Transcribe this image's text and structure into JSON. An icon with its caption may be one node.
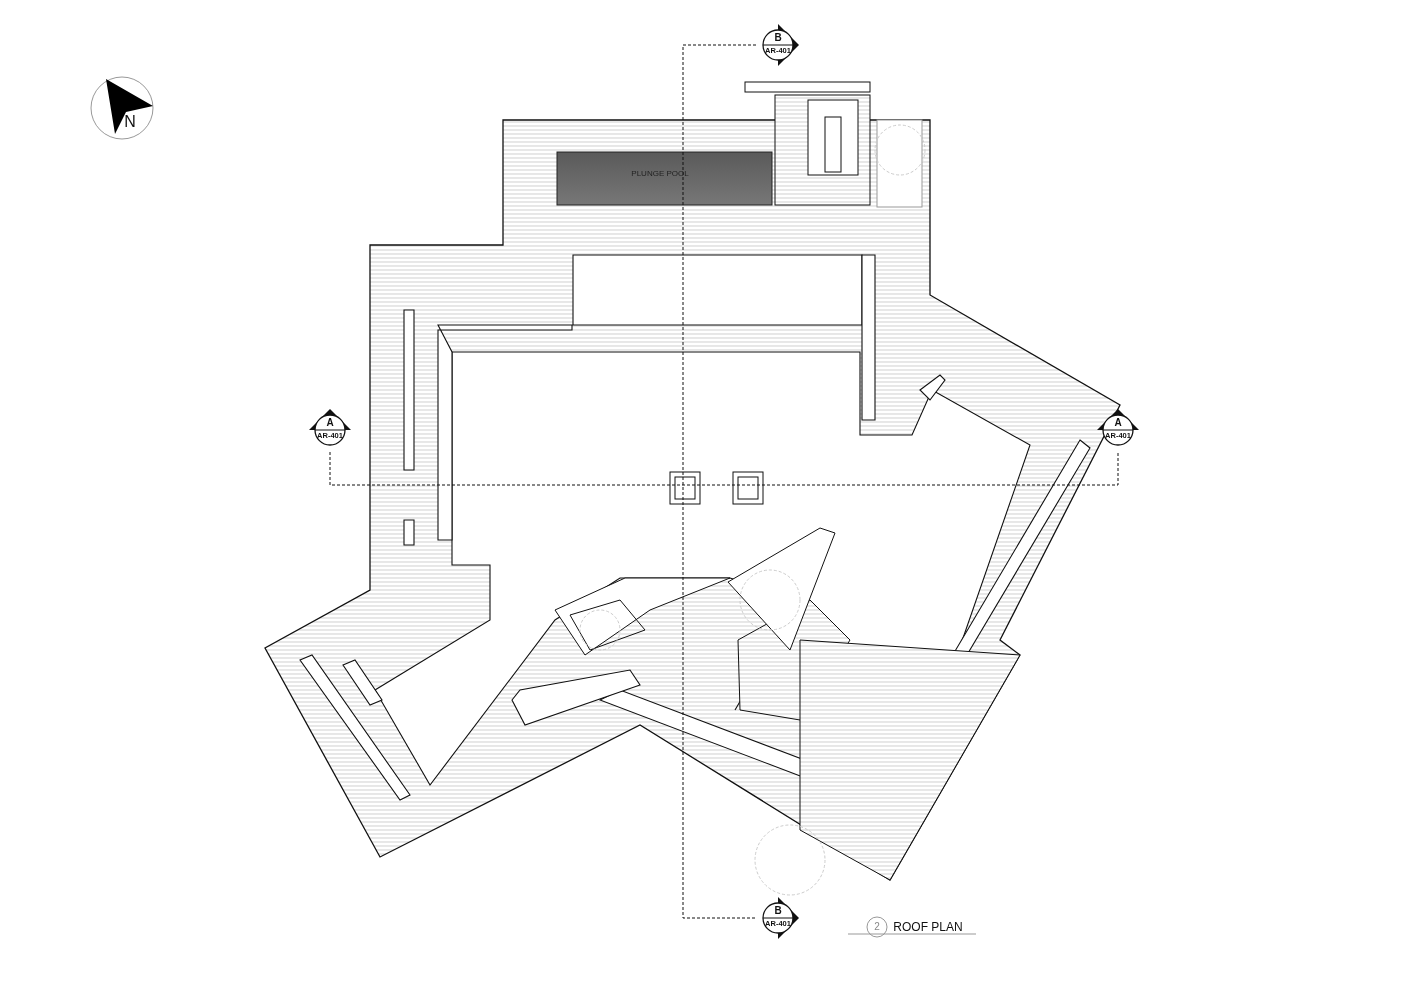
{
  "diagram": {
    "title": "ROOF PLAN",
    "nodes": [
      {
        "text": [
          "B",
          "AR-401"
        ]
      },
      {
        "text": [
          "A",
          "AR-401"
        ]
      },
      {
        "text": [
          "A",
          "AR-401"
        ]
      },
      {
        "text": [
          "B",
          "AR-401"
        ]
      }
    ],
    "edges": [
      {
        "from": 0,
        "to": 3,
        "arrow": "none",
        "style": "dashed"
      },
      {
        "from": 1,
        "to": 2,
        "arrow": "none",
        "style": "dashed"
      }
    ],
    "labels": [
      "N",
      "PLUNGE POOL",
      "2"
    ]
  }
}
